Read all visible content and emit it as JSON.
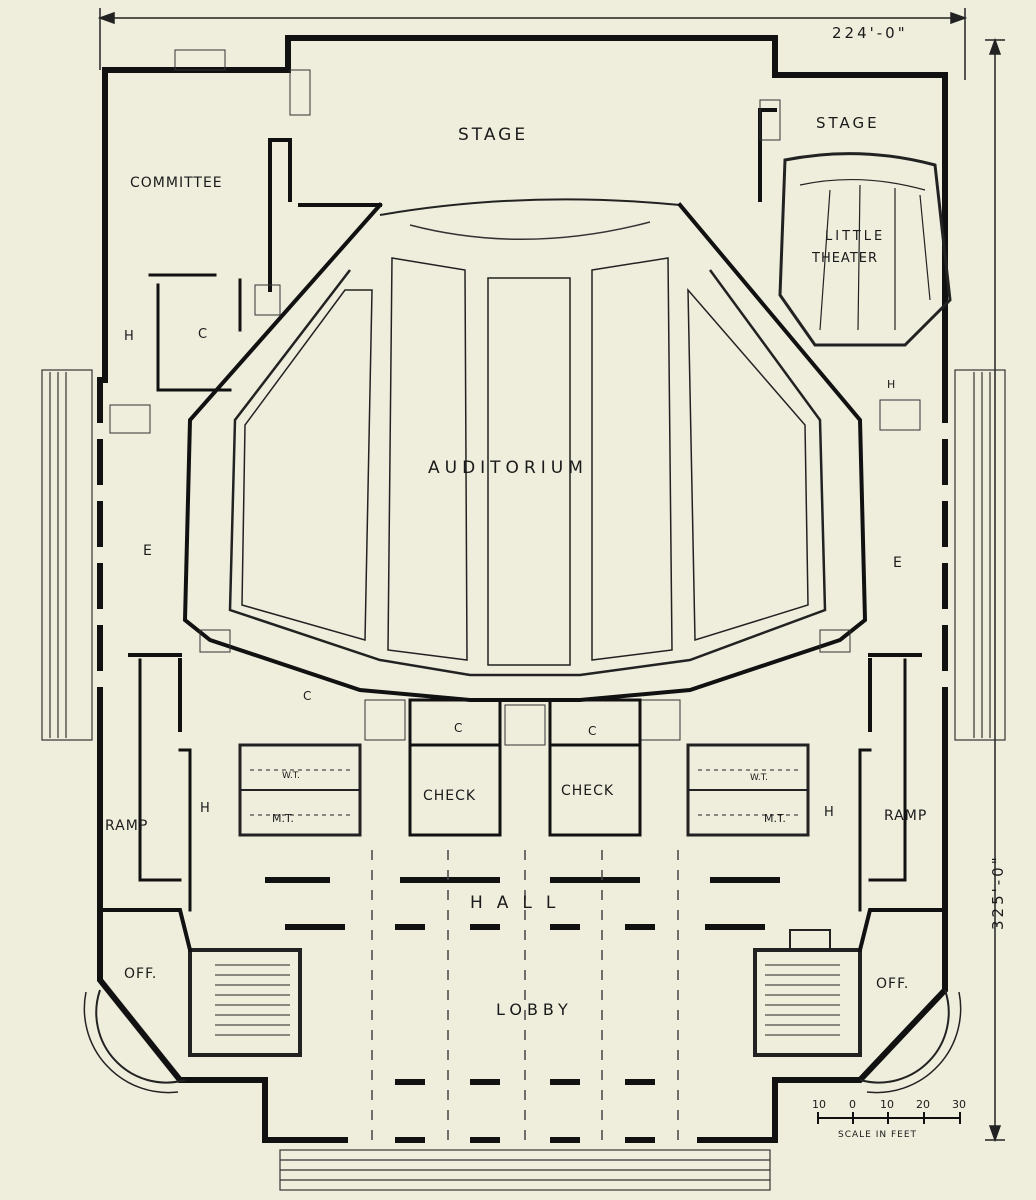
{
  "dimensions": {
    "width": "224'-0\"",
    "depth": "325'-0\""
  },
  "rooms": {
    "stage_main": "STAGE",
    "stage_little": "STAGE",
    "committee": "COMMITTEE",
    "little_theater_1": "LITTLE",
    "little_theater_2": "THEATER",
    "auditorium": "AUDITORIUM",
    "h_left_top": "H",
    "c_left_top": "C",
    "h_right_top": "H",
    "e_left": "E",
    "e_right": "E",
    "c_left_lower": "C",
    "c_check_left": "C",
    "c_check_right": "C",
    "check_left": "CHECK",
    "check_right": "CHECK",
    "wt_left": "W.T.",
    "mt_left": "M.T.",
    "wt_right": "W.T.",
    "mt_right": "M.T.",
    "ramp_left": "RAMP",
    "ramp_right": "RAMP",
    "h_left_lower": "H",
    "h_right_lower": "H",
    "hall": "HALL",
    "lobby": "LOBBY",
    "off_left": "OFF.",
    "off_right": "OFF."
  },
  "scale": {
    "ticks": [
      "10",
      "0",
      "10",
      "20",
      "30"
    ],
    "label": "SCALE IN FEET"
  }
}
